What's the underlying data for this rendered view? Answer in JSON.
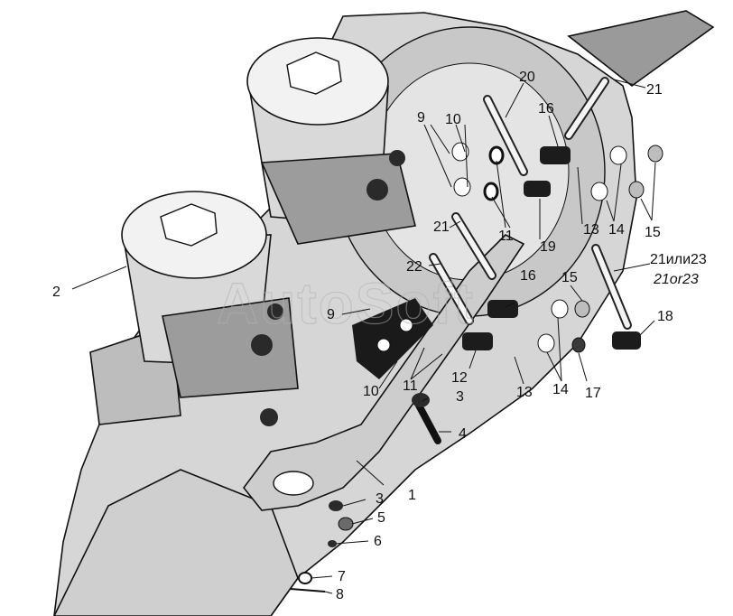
{
  "diagram": {
    "watermark": "AutoSoft",
    "callouts": [
      {
        "id": "c1",
        "text": "1"
      },
      {
        "id": "c2",
        "text": "2"
      },
      {
        "id": "c3a",
        "text": "3"
      },
      {
        "id": "c3b",
        "text": "3"
      },
      {
        "id": "c4",
        "text": "4"
      },
      {
        "id": "c5",
        "text": "5"
      },
      {
        "id": "c6",
        "text": "6"
      },
      {
        "id": "c7",
        "text": "7"
      },
      {
        "id": "c8",
        "text": "8"
      },
      {
        "id": "c9a",
        "text": "9"
      },
      {
        "id": "c9b",
        "text": "9"
      },
      {
        "id": "c10a",
        "text": "10"
      },
      {
        "id": "c10b",
        "text": "10"
      },
      {
        "id": "c11a",
        "text": "11"
      },
      {
        "id": "c11b",
        "text": "11"
      },
      {
        "id": "c12",
        "text": "12"
      },
      {
        "id": "c13a",
        "text": "13"
      },
      {
        "id": "c13b",
        "text": "13"
      },
      {
        "id": "c14a",
        "text": "14"
      },
      {
        "id": "c14b",
        "text": "14"
      },
      {
        "id": "c15a",
        "text": "15"
      },
      {
        "id": "c15b",
        "text": "15"
      },
      {
        "id": "c16a",
        "text": "16"
      },
      {
        "id": "c16b",
        "text": "16"
      },
      {
        "id": "c17",
        "text": "17"
      },
      {
        "id": "c18",
        "text": "18"
      },
      {
        "id": "c19",
        "text": "19"
      },
      {
        "id": "c20",
        "text": "20"
      },
      {
        "id": "c21a",
        "text": "21"
      },
      {
        "id": "c21b",
        "text": "21"
      },
      {
        "id": "c21or23_ru",
        "text": "21или23"
      },
      {
        "id": "c21or23_en",
        "text": "21or23"
      },
      {
        "id": "c22",
        "text": "22"
      }
    ]
  }
}
